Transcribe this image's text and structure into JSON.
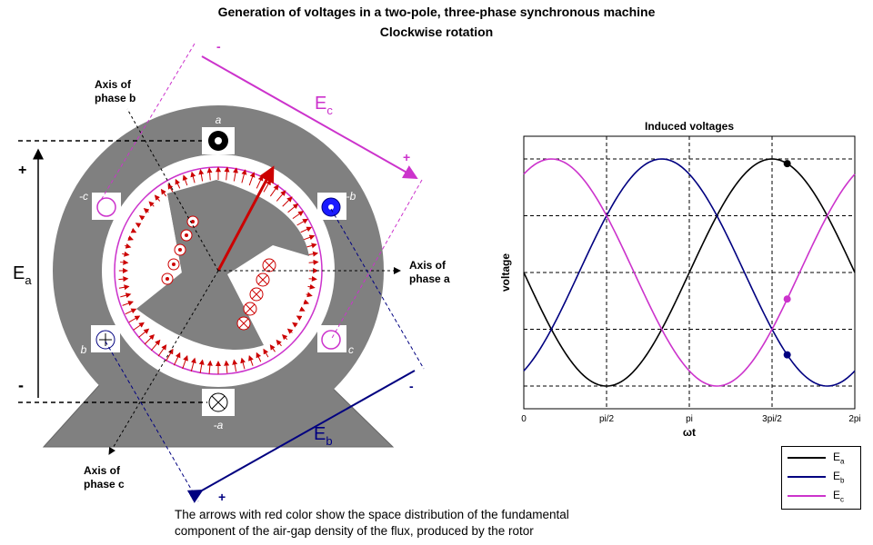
{
  "title": "Generation of voltages in a two-pole, three-phase synchronous machine",
  "subtitle": "Clockwise rotation",
  "labels": {
    "axis_phase_b": [
      "Axis of",
      "phase b"
    ],
    "axis_phase_a": [
      "Axis of",
      "phase a"
    ],
    "axis_phase_c": [
      "Axis of",
      "phase c"
    ],
    "slot_a": "a",
    "slot_neg_a": "-a",
    "slot_b": "b",
    "slot_neg_b": "-b",
    "slot_c": "c",
    "slot_neg_c": "-c",
    "ea_main": "E",
    "ea_sub": "a",
    "eb_main": "E",
    "eb_sub": "b",
    "ec_main": "E",
    "ec_sub": "c",
    "plus": "+",
    "minus": "-",
    "small_plus": "+",
    "small_minus": "-"
  },
  "caption": {
    "line1": "The arrows with red color show the space distribution of the fundamental",
    "line2": "component of the air-gap density of the flux, produced by the rotor"
  },
  "colors": {
    "phase_a": "#000000",
    "phase_b": "#000080",
    "phase_c": "#cc33cc",
    "rotor_arrow": "#cc0000",
    "stator": "#808080"
  },
  "chart_data": {
    "type": "line",
    "title": "Induced voltages",
    "xlabel": "ωt",
    "ylabel": "voltage",
    "x_tick_labels": [
      "0",
      "pi/2",
      "pi",
      "3pi/2",
      "2pi"
    ],
    "x_ticks": [
      0,
      1.5708,
      3.1416,
      4.7124,
      6.2832
    ],
    "xlim": [
      0,
      6.2832
    ],
    "ylim": [
      -1.2,
      1.2
    ],
    "grid": true,
    "current_angle": 5.0,
    "series": [
      {
        "name": "Ea",
        "function": "cos(wt - 3pi/2)",
        "phase": 4.7124,
        "color": "#000000"
      },
      {
        "name": "Eb",
        "function": "cos(wt - 5pi/6)",
        "phase": 2.618,
        "color": "#000080"
      },
      {
        "name": "Ec",
        "function": "cos(wt - pi/6)",
        "phase": 0.5236,
        "color": "#cc33cc"
      }
    ],
    "legend": {
      "placement": "bottom-right",
      "entries": [
        {
          "main": "E",
          "sub": "a",
          "color": "#000000"
        },
        {
          "main": "E",
          "sub": "b",
          "color": "#000080"
        },
        {
          "main": "E",
          "sub": "c",
          "color": "#cc33cc"
        }
      ]
    }
  }
}
